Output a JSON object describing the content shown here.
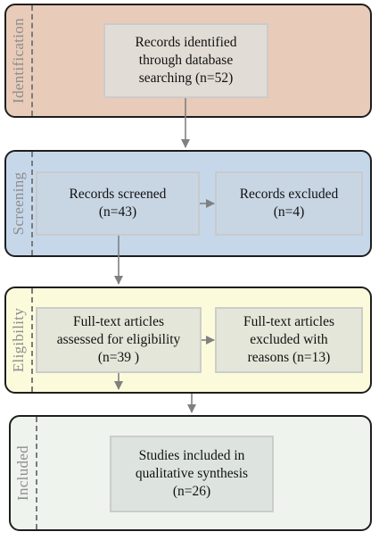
{
  "stages": {
    "identification": {
      "label": "Identification",
      "color": "#e8cbb9"
    },
    "screening": {
      "label": "Screening",
      "color": "#c6d7ea"
    },
    "eligibility": {
      "label": "Eligibility",
      "color": "#fbfbdc"
    },
    "included": {
      "label": "Included",
      "color": "#eef3ee"
    }
  },
  "boxes": {
    "identified": "Records identified\nthrough database\nsearching (n=52)",
    "screened": "Records screened\n(n=43)",
    "excluded": "Records excluded\n(n=4)",
    "assessed": "Full-text articles\nassessed for eligibility\n(n=39 )",
    "fulltext_excluded": "Full-text articles\nexcluded with\nreasons (n=13)",
    "included": "Studies included in\nqualitative synthesis\n(n=26)"
  },
  "colors": {
    "box_fill": "#e2dcd6",
    "box_fill_screening": "#c8d6e4",
    "box_fill_eligibility": "#e3e6d8",
    "box_fill_included": "#dde4df",
    "arrow": "#808080",
    "border": "#1e1e1e"
  }
}
